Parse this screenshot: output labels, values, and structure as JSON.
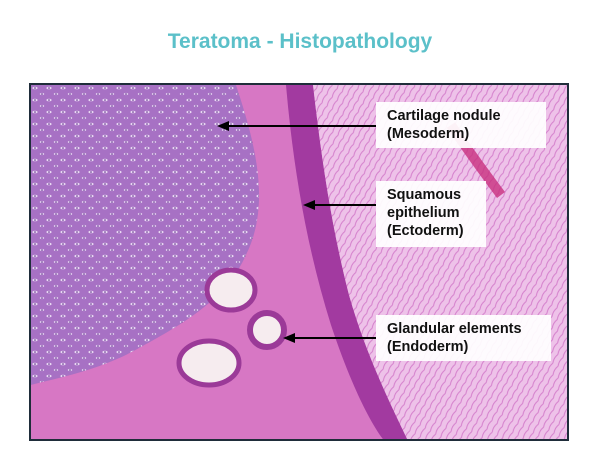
{
  "title": "Teratoma - Histopathology",
  "colors": {
    "title": "#5bc0c9",
    "cartilage": "#a771c4",
    "stroma": "#d46fbe",
    "epithelium": "#9c2f9a",
    "fibrous": "#f4d6f0",
    "arrow": "#000000"
  },
  "annotations": [
    {
      "lines": [
        "Cartilage nodule",
        "(Mesoderm)"
      ]
    },
    {
      "lines": [
        "Squamous",
        "epithelium",
        "(Ectoderm)"
      ]
    },
    {
      "lines": [
        "Glandular elements",
        "(Endoderm)"
      ]
    }
  ]
}
